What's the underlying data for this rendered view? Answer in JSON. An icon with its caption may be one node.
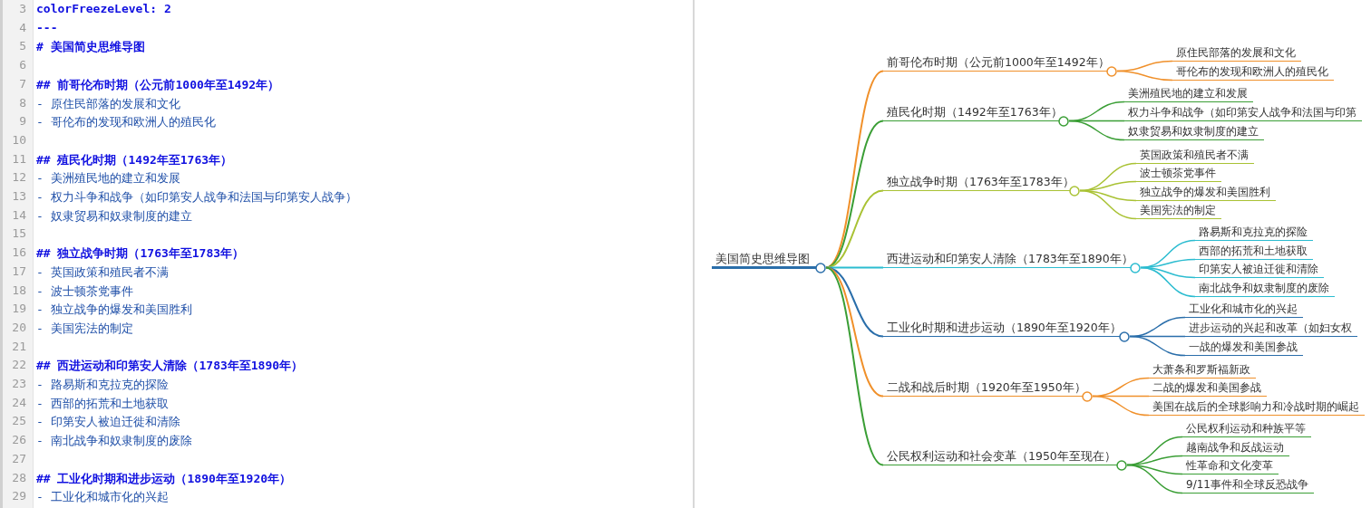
{
  "diagram": {
    "nodes": [
      {
        "text": [
          "美国简史思维导图"
        ]
      },
      {
        "text": [
          "前哥伦布时期（公元前1000年至1492年）"
        ]
      },
      {
        "text": [
          "原住民部落的发展和文化"
        ]
      },
      {
        "text": [
          "哥伦布的发现和欧洲人的殖民化"
        ]
      },
      {
        "text": [
          "殖民化时期（1492年至1763年）"
        ]
      },
      {
        "text": [
          "美洲殖民地的建立和发展"
        ]
      },
      {
        "text": [
          "权力斗争和战争（如印第安人战争和法国与印第"
        ]
      },
      {
        "text": [
          "奴隶贸易和奴隶制度的建立"
        ]
      },
      {
        "text": [
          "独立战争时期（1763年至1783年）"
        ]
      },
      {
        "text": [
          "英国政策和殖民者不满"
        ]
      },
      {
        "text": [
          "波士顿茶党事件"
        ]
      },
      {
        "text": [
          "独立战争的爆发和美国胜利"
        ]
      },
      {
        "text": [
          "美国宪法的制定"
        ]
      },
      {
        "text": [
          "西进运动和印第安人清除（1783年至1890年）"
        ]
      },
      {
        "text": [
          "路易斯和克拉克的探险"
        ]
      },
      {
        "text": [
          "西部的拓荒和土地获取"
        ]
      },
      {
        "text": [
          "印第安人被迫迁徙和清除"
        ]
      },
      {
        "text": [
          "南北战争和奴隶制度的废除"
        ]
      },
      {
        "text": [
          "工业化时期和进步运动（1890年至1920年）"
        ]
      },
      {
        "text": [
          "工业化和城市化的兴起"
        ]
      },
      {
        "text": [
          "进步运动的兴起和改革（如妇女权"
        ]
      },
      {
        "text": [
          "一战的爆发和美国参战"
        ]
      },
      {
        "text": [
          "二战和战后时期（1920年至1950年）"
        ]
      },
      {
        "text": [
          "大萧条和罗斯福新政"
        ]
      },
      {
        "text": [
          "二战的爆发和美国参战"
        ]
      },
      {
        "text": [
          "美国在战后的全球影响力和冷战时期的崛起"
        ]
      },
      {
        "text": [
          "公民权利运动和社会变革（1950年至现在）"
        ]
      },
      {
        "text": [
          "公民权利运动和种族平等"
        ]
      },
      {
        "text": [
          "越南战争和反战运动"
        ]
      },
      {
        "text": [
          "性革命和文化变革"
        ]
      },
      {
        "text": [
          "9/11事件和全球反恐战争"
        ]
      }
    ],
    "edges": [
      {
        "from": 0,
        "to": 1,
        "arrow": "none",
        "color": "#f0902a"
      },
      {
        "from": 1,
        "to": 2,
        "arrow": "none",
        "color": "#f0902a"
      },
      {
        "from": 1,
        "to": 3,
        "arrow": "none",
        "color": "#f0902a"
      },
      {
        "from": 0,
        "to": 4,
        "arrow": "none",
        "color": "#3a9e35"
      },
      {
        "from": 4,
        "to": 5,
        "arrow": "none",
        "color": "#3a9e35"
      },
      {
        "from": 4,
        "to": 6,
        "arrow": "none",
        "color": "#3a9e35"
      },
      {
        "from": 4,
        "to": 7,
        "arrow": "none",
        "color": "#3a9e35"
      },
      {
        "from": 0,
        "to": 8,
        "arrow": "none",
        "color": "#a9c234"
      },
      {
        "from": 8,
        "to": 9,
        "arrow": "none",
        "color": "#a9c234"
      },
      {
        "from": 8,
        "to": 10,
        "arrow": "none",
        "color": "#a9c234"
      },
      {
        "from": 8,
        "to": 11,
        "arrow": "none",
        "color": "#a9c234"
      },
      {
        "from": 8,
        "to": 12,
        "arrow": "none",
        "color": "#a9c234"
      },
      {
        "from": 0,
        "to": 13,
        "arrow": "none",
        "color": "#2bbcd0"
      },
      {
        "from": 13,
        "to": 14,
        "arrow": "none",
        "color": "#2bbcd0"
      },
      {
        "from": 13,
        "to": 15,
        "arrow": "none",
        "color": "#2bbcd0"
      },
      {
        "from": 13,
        "to": 16,
        "arrow": "none",
        "color": "#2bbcd0"
      },
      {
        "from": 13,
        "to": 17,
        "arrow": "none",
        "color": "#2bbcd0"
      },
      {
        "from": 0,
        "to": 18,
        "arrow": "none",
        "color": "#2a6eaa"
      },
      {
        "from": 18,
        "to": 19,
        "arrow": "none",
        "color": "#2a6eaa"
      },
      {
        "from": 18,
        "to": 20,
        "arrow": "none",
        "color": "#2a6eaa"
      },
      {
        "from": 18,
        "to": 21,
        "arrow": "none",
        "color": "#2a6eaa"
      },
      {
        "from": 0,
        "to": 22,
        "arrow": "none",
        "color": "#f0902a"
      },
      {
        "from": 22,
        "to": 23,
        "arrow": "none",
        "color": "#f0902a"
      },
      {
        "from": 22,
        "to": 24,
        "arrow": "none",
        "color": "#f0902a"
      },
      {
        "from": 22,
        "to": 25,
        "arrow": "none",
        "color": "#f0902a"
      },
      {
        "from": 0,
        "to": 26,
        "arrow": "none",
        "color": "#3a9e35"
      },
      {
        "from": 26,
        "to": 27,
        "arrow": "none",
        "color": "#3a9e35"
      },
      {
        "from": 26,
        "to": 28,
        "arrow": "none",
        "color": "#3a9e35"
      },
      {
        "from": 26,
        "to": 29,
        "arrow": "none",
        "color": "#3a9e35"
      },
      {
        "from": 26,
        "to": 30,
        "arrow": "none",
        "color": "#3a9e35"
      }
    ],
    "labels": [
      "3",
      "colorFreezeLevel: 2",
      "4",
      "---",
      "5",
      "# 美国简史思维导图",
      "6",
      "7",
      "## 前哥伦布时期（公元前1000年至1492年）",
      "8",
      "- 原住民部落的发展和文化",
      "9",
      "- 哥伦布的发现和欧洲人的殖民化",
      "10",
      "11",
      "## 殖民化时期（1492年至1763年）",
      "12",
      "- 美洲殖民地的建立和发展",
      "13",
      "- 权力斗争和战争（如印第安人战争和法国与印第安人战争）",
      "14",
      "- 奴隶贸易和奴隶制度的建立",
      "15",
      "16",
      "## 独立战争时期（1763年至1783年）",
      "17",
      "- 英国政策和殖民者不满",
      "18",
      "- 波士顿茶党事件",
      "19",
      "- 独立战争的爆发和美国胜利",
      "20",
      "- 美国宪法的制定",
      "21",
      "22",
      "## 西进运动和印第安人清除（1783年至1890年）",
      "23",
      "- 路易斯和克拉克的探险",
      "24",
      "- 西部的拓荒和土地获取",
      "25",
      "- 印第安人被迫迁徙和清除",
      "26",
      "- 南北战争和奴隶制度的废除",
      "27",
      "28",
      "## 工业化时期和进步运动（1890年至1920年）",
      "29",
      "- 工业化和城市化的兴起"
    ]
  }
}
